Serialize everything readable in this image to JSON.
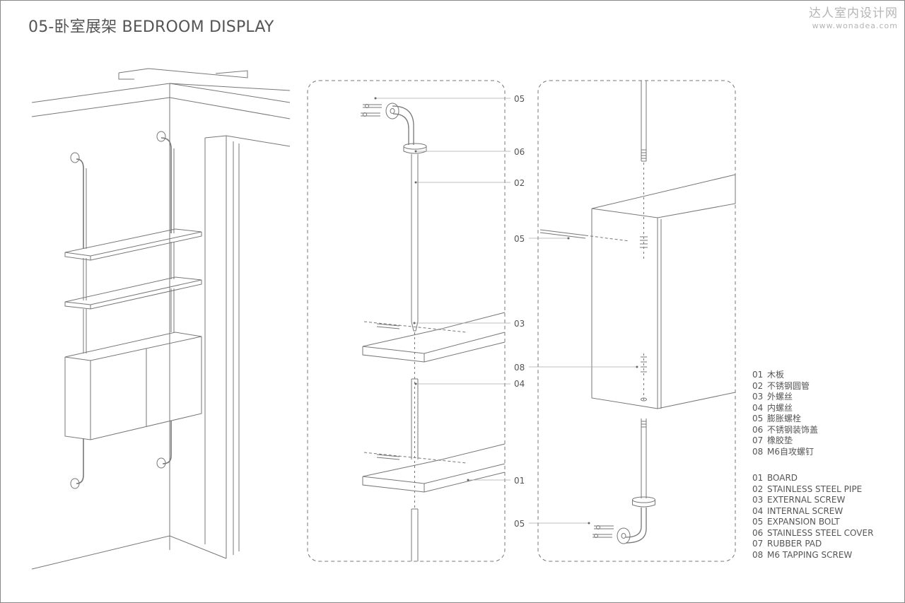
{
  "title": "05-卧室展架  BEDROOM DISPLAY",
  "watermark": {
    "cn": "达人室内设计网",
    "url": "www.wonadea.com"
  },
  "callouts": {
    "c1": "05",
    "c2": "06",
    "c3": "02",
    "c4": "05",
    "c5": "03",
    "c6": "08",
    "c7": "04",
    "c8": "01",
    "c9": "05"
  },
  "legend_cn": [
    {
      "num": "01",
      "label": "木板"
    },
    {
      "num": "02",
      "label": "不锈钢圆管"
    },
    {
      "num": "03",
      "label": "外螺丝"
    },
    {
      "num": "04",
      "label": "内螺丝"
    },
    {
      "num": "05",
      "label": "膨胀螺栓"
    },
    {
      "num": "06",
      "label": "不锈钢装饰盖"
    },
    {
      "num": "07",
      "label": "橡胶垫"
    },
    {
      "num": "08",
      "label": "M6自攻螺钉"
    }
  ],
  "legend_en": [
    {
      "num": "01",
      "label": "BOARD"
    },
    {
      "num": "02",
      "label": "STAINLESS STEEL PIPE"
    },
    {
      "num": "03",
      "label": "EXTERNAL SCREW"
    },
    {
      "num": "04",
      "label": "INTERNAL SCREW"
    },
    {
      "num": "05",
      "label": "EXPANSION BOLT"
    },
    {
      "num": "06",
      "label": "STAINLESS STEEL COVER"
    },
    {
      "num": "07",
      "label": "RUBBER PAD"
    },
    {
      "num": "08",
      "label": "M6 TAPPING SCREW"
    }
  ]
}
